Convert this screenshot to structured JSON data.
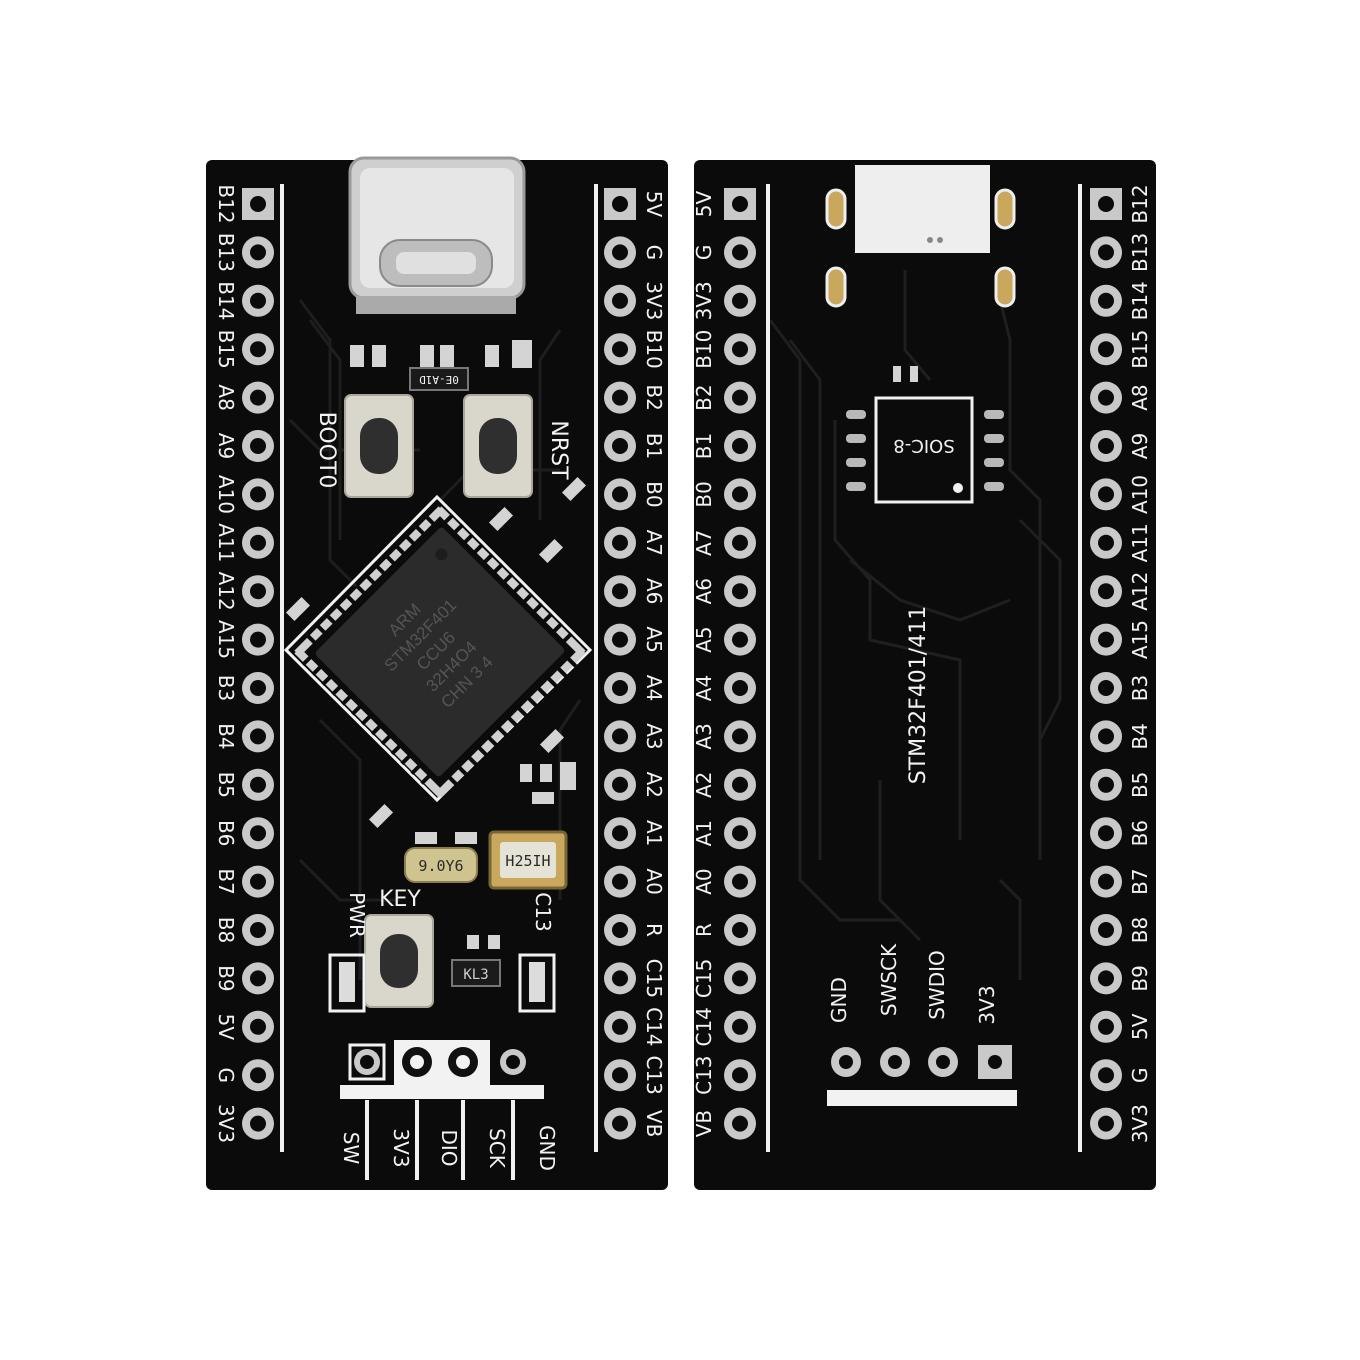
{
  "front": {
    "left_pins": [
      "B12",
      "B13",
      "B14",
      "B15",
      "A8",
      "A9",
      "A10",
      "A11",
      "A12",
      "A15",
      "B3",
      "B4",
      "B5",
      "B6",
      "B7",
      "B8",
      "B9",
      "5V",
      "G",
      "3V3"
    ],
    "right_pins": [
      "5V",
      "G",
      "3V3",
      "B10",
      "B2",
      "B1",
      "B0",
      "A7",
      "A6",
      "A5",
      "A4",
      "A3",
      "A2",
      "A1",
      "A0",
      "R",
      "C15",
      "C14",
      "C13",
      "VB"
    ],
    "buttons": {
      "boot0": "BOOT0",
      "nrst": "NRST",
      "key": "KEY"
    },
    "leds": {
      "pwr": "PWR",
      "c13": "C13"
    },
    "chip_marking": [
      "ARM",
      "STM32F401",
      "CCU6",
      "32H4O4",
      "CHN 3 4"
    ],
    "regulator": "0E-A1D",
    "crystal_small": "9.0Y6",
    "crystal_large": "H25IH",
    "transistor": "KL3",
    "debug_pins": [
      "SW",
      "3V3",
      "DIO",
      "SCK",
      "GND"
    ]
  },
  "back": {
    "left_pins": [
      "5V",
      "G",
      "3V3",
      "B10",
      "B2",
      "B1",
      "B0",
      "A7",
      "A6",
      "A5",
      "A4",
      "A3",
      "A2",
      "A1",
      "A0",
      "R",
      "C15",
      "C14",
      "C13",
      "VB"
    ],
    "right_pins": [
      "B12",
      "B13",
      "B14",
      "B15",
      "A8",
      "A9",
      "A10",
      "A11",
      "A12",
      "A15",
      "B3",
      "B4",
      "B5",
      "B6",
      "B7",
      "B8",
      "B9",
      "5V",
      "G",
      "3V3"
    ],
    "board_name": "STM32F401/411",
    "footprint": "SOIC-8",
    "swd_pins": [
      "GND",
      "SWSCK",
      "SWDIO",
      "3V3"
    ]
  },
  "colors": {
    "pcb": "#0b0b0b",
    "trace": "#1d1d1d",
    "silk": "#f2f2f2",
    "pad": "#c9c9c9",
    "chip": "#2a2a2a",
    "background": "#ffffff"
  }
}
